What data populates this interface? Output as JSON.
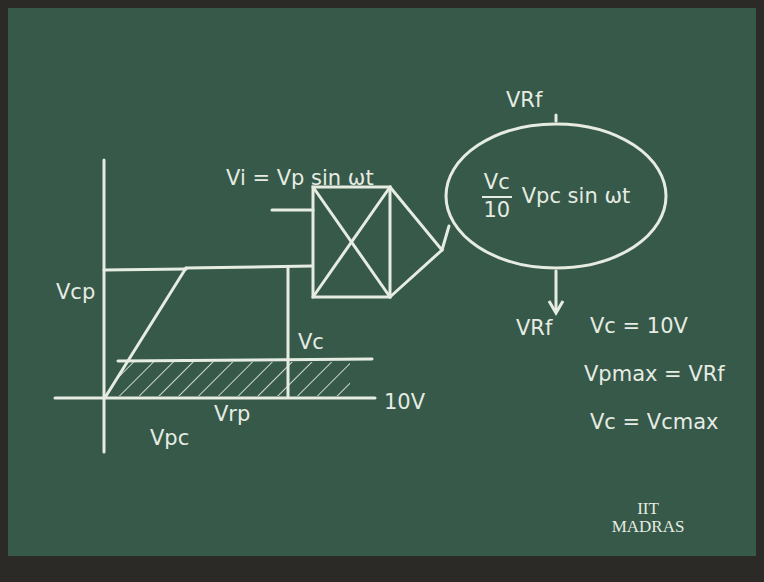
{
  "diagram": {
    "nodes": [
      {
        "text": [
          "Vc",
          "10",
          "Vpc sin ωt"
        ]
      }
    ],
    "labels": [
      "Vcp",
      "Vi = Vp sin ωt",
      "VRf",
      "VRf",
      "Vc = 10V",
      "Vpmax = VRf",
      "Vc = Vcmax",
      "Vc",
      "10V",
      "Vrp",
      "Vpc",
      "IIT MADRAS"
    ]
  }
}
